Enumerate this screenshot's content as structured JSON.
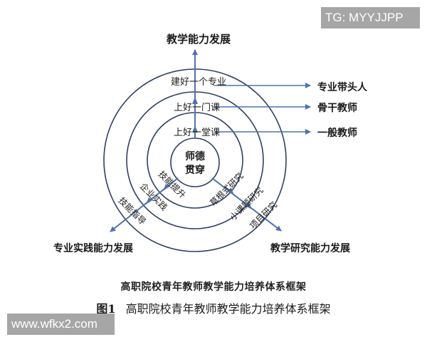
{
  "colors": {
    "circle_stroke": "#2f3f63",
    "arrow": "#4f72a8",
    "text": "#1a1a1a",
    "watermark_bg": "#a6a6a6",
    "watermark_text": "#ffffff"
  },
  "diagram": {
    "top_goal": "教学能力发展",
    "center_label_line1": "师德",
    "center_label_line2": "贯穿",
    "vertical_axis": {
      "levels": [
        "上好一堂课",
        "上好一门课",
        "建好一个专业"
      ],
      "outcomes": [
        "一般教师",
        "骨干教师",
        "专业带头人"
      ]
    },
    "left_axis": {
      "goal": "专业实践能力发展",
      "levels": [
        "技能提升",
        "企业实践",
        "技能指导"
      ]
    },
    "right_axis": {
      "goal": "教学研究能力发展",
      "levels": [
        "草根式研究",
        "小课题研究",
        "项目研究"
      ]
    }
  },
  "captions": {
    "inner_title": "高职院校青年教师教学能力培养体系框架",
    "figure_number": "图1",
    "figure_title": "高职院校青年教师教学能力培养体系框架"
  },
  "watermarks": {
    "top_right": "TG: MYYJJPP",
    "bottom_left": "www.wfkx2.com"
  }
}
